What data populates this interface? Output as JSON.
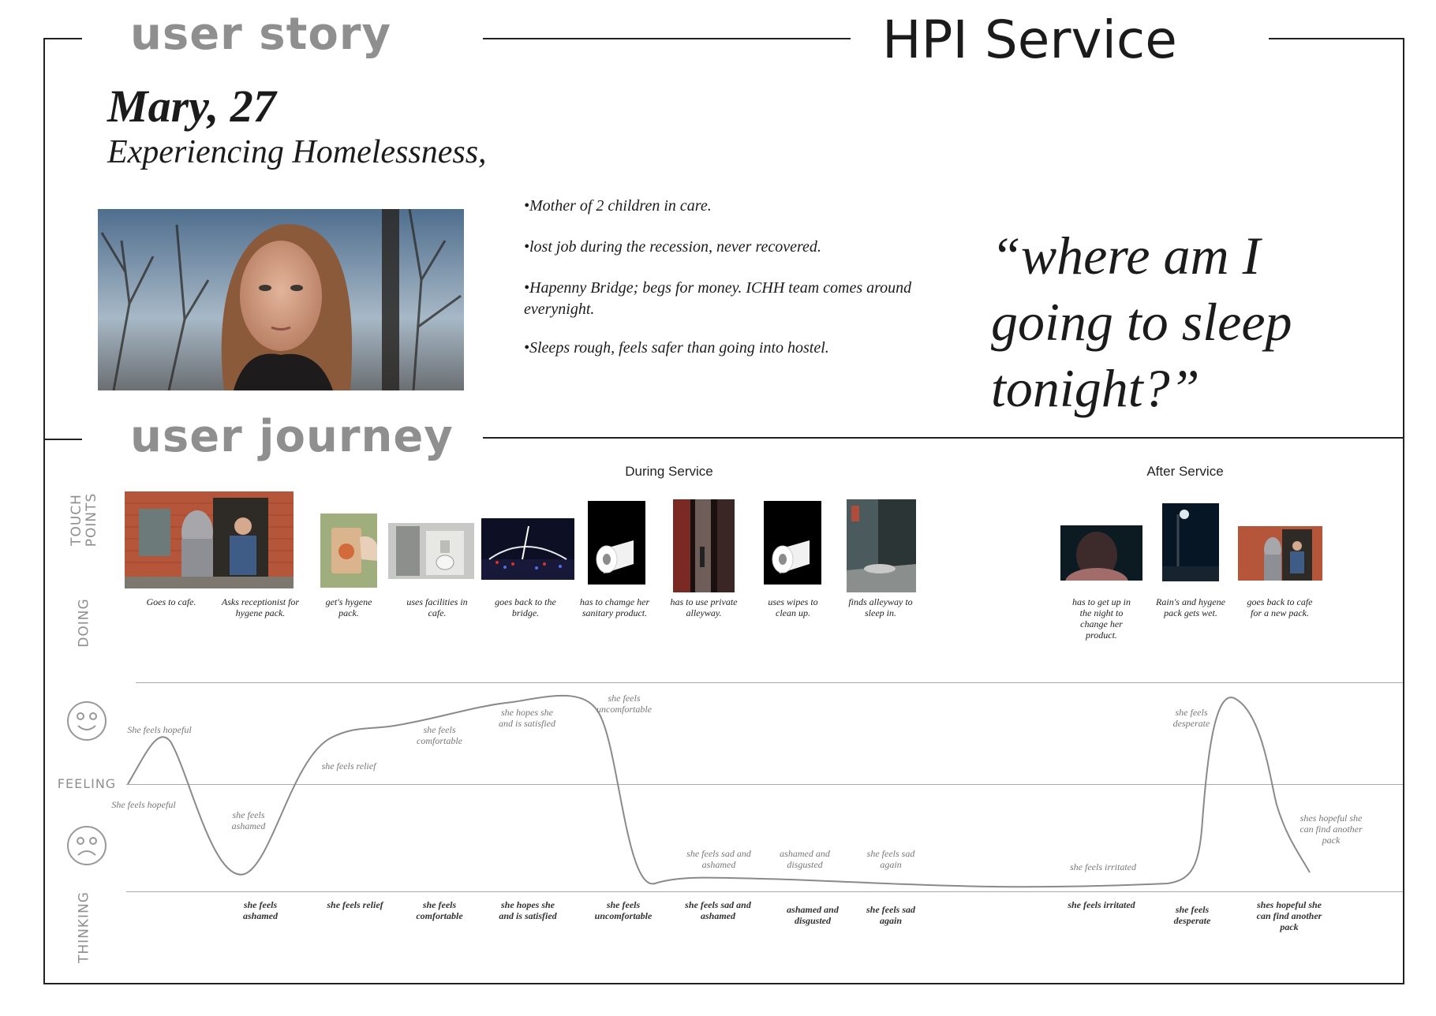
{
  "header": {
    "section_story": "user story",
    "brand": "HPI Service"
  },
  "persona": {
    "name": "Mary, 27",
    "subtitle": "Experiencing Homelessness,",
    "bullets": [
      "•Mother of 2 children in care.",
      "•lost job during the recession, never recovered.",
      "•Hapenny Bridge; begs for money. ICHH team comes around everynight.",
      "•Sleeps rough, feels safer than going into hostel."
    ],
    "quote": "“where am I going to sleep tonight?”"
  },
  "journey": {
    "section_title": "user journey",
    "phase_during": "During Service",
    "phase_after": "After Service",
    "row_touch": "TOUCH POINTS",
    "row_doing": "DOING",
    "row_feeling": "FEELING",
    "row_thinking": "THINKING",
    "steps": [
      {
        "doing": "Goes to cafe.",
        "thinking": ""
      },
      {
        "doing": "Asks receptionist for hygene pack.",
        "thinking": "she feels ashamed"
      },
      {
        "doing": "get's hygene pack.",
        "thinking": "she feels relief"
      },
      {
        "doing": "uses facilities in cafe.",
        "thinking": "she feels comfortable"
      },
      {
        "doing": "goes back to the bridge.",
        "thinking": "she hopes she and is satisfied"
      },
      {
        "doing": "has to chamge her sanitary product.",
        "thinking": "she feels uncomfortable"
      },
      {
        "doing": "has to use private alleyway.",
        "thinking": "she feels sad and ashamed"
      },
      {
        "doing": "uses wipes to clean up.",
        "thinking": "ashamed and disgusted"
      },
      {
        "doing": "finds alleyway to sleep in.",
        "thinking": "she feels sad again"
      },
      {
        "doing": "has to get up in the night to change her product.",
        "thinking": "she feels irritated"
      },
      {
        "doing": "Rain's and hygene pack gets wet.",
        "thinking": "she feels desperate"
      },
      {
        "doing": "goes back to cafe for a new pack.",
        "thinking": "shes hopeful she can find another pack"
      }
    ],
    "feeling_labels": [
      "She feels hopeful",
      "She feels hopeful",
      "she feels ashamed",
      "she feels relief",
      "she feels comfortable",
      "she hopes she and is satisfied",
      "she feels uncomfortable",
      "she feels sad and ashamed",
      "ashamed and disgusted",
      "she feels sad again",
      "she feels irritated",
      "she feels desperate",
      "shes hopeful she can find another pack"
    ],
    "icons": {
      "happy": "happy-face-icon",
      "sad": "sad-face-icon",
      "toilet_roll": "toilet-roll-icon"
    }
  }
}
